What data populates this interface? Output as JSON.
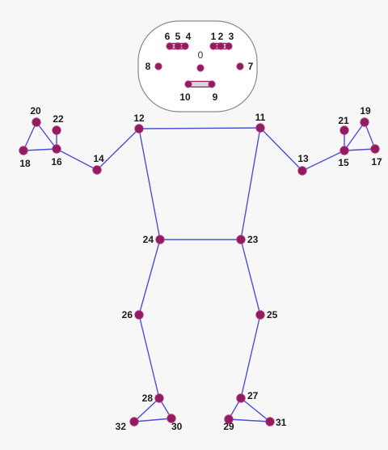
{
  "colors": {
    "edge": "#4a4fd6",
    "joint": "#8e1e5f",
    "joint_highlight": "#c53b86",
    "face_outline": "#8a8a8a",
    "face_fill": "#ffffff",
    "eye_fill": "#d6d6dc",
    "background": "#f7f7f8"
  },
  "landmarks": [
    {
      "id": "0"
    },
    {
      "id": "1"
    },
    {
      "id": "2"
    },
    {
      "id": "3"
    },
    {
      "id": "4"
    },
    {
      "id": "5"
    },
    {
      "id": "6"
    },
    {
      "id": "7"
    },
    {
      "id": "8"
    },
    {
      "id": "9"
    },
    {
      "id": "10"
    },
    {
      "id": "11"
    },
    {
      "id": "12"
    },
    {
      "id": "13"
    },
    {
      "id": "14"
    },
    {
      "id": "15"
    },
    {
      "id": "16"
    },
    {
      "id": "17"
    },
    {
      "id": "18"
    },
    {
      "id": "19"
    },
    {
      "id": "20"
    },
    {
      "id": "21"
    },
    {
      "id": "22"
    },
    {
      "id": "23"
    },
    {
      "id": "24"
    },
    {
      "id": "25"
    },
    {
      "id": "26"
    },
    {
      "id": "27"
    },
    {
      "id": "28"
    },
    {
      "id": "29"
    },
    {
      "id": "30"
    },
    {
      "id": "31"
    },
    {
      "id": "32"
    }
  ],
  "connections": [
    [
      "11",
      "12"
    ],
    [
      "11",
      "13"
    ],
    [
      "13",
      "15"
    ],
    [
      "15",
      "17"
    ],
    [
      "15",
      "19"
    ],
    [
      "15",
      "21"
    ],
    [
      "17",
      "19"
    ],
    [
      "12",
      "14"
    ],
    [
      "14",
      "16"
    ],
    [
      "16",
      "18"
    ],
    [
      "16",
      "20"
    ],
    [
      "16",
      "22"
    ],
    [
      "18",
      "20"
    ],
    [
      "11",
      "23"
    ],
    [
      "12",
      "24"
    ],
    [
      "23",
      "24"
    ],
    [
      "23",
      "25"
    ],
    [
      "25",
      "27"
    ],
    [
      "27",
      "29"
    ],
    [
      "27",
      "31"
    ],
    [
      "29",
      "31"
    ],
    [
      "24",
      "26"
    ],
    [
      "26",
      "28"
    ],
    [
      "28",
      "30"
    ],
    [
      "28",
      "32"
    ],
    [
      "30",
      "32"
    ]
  ]
}
